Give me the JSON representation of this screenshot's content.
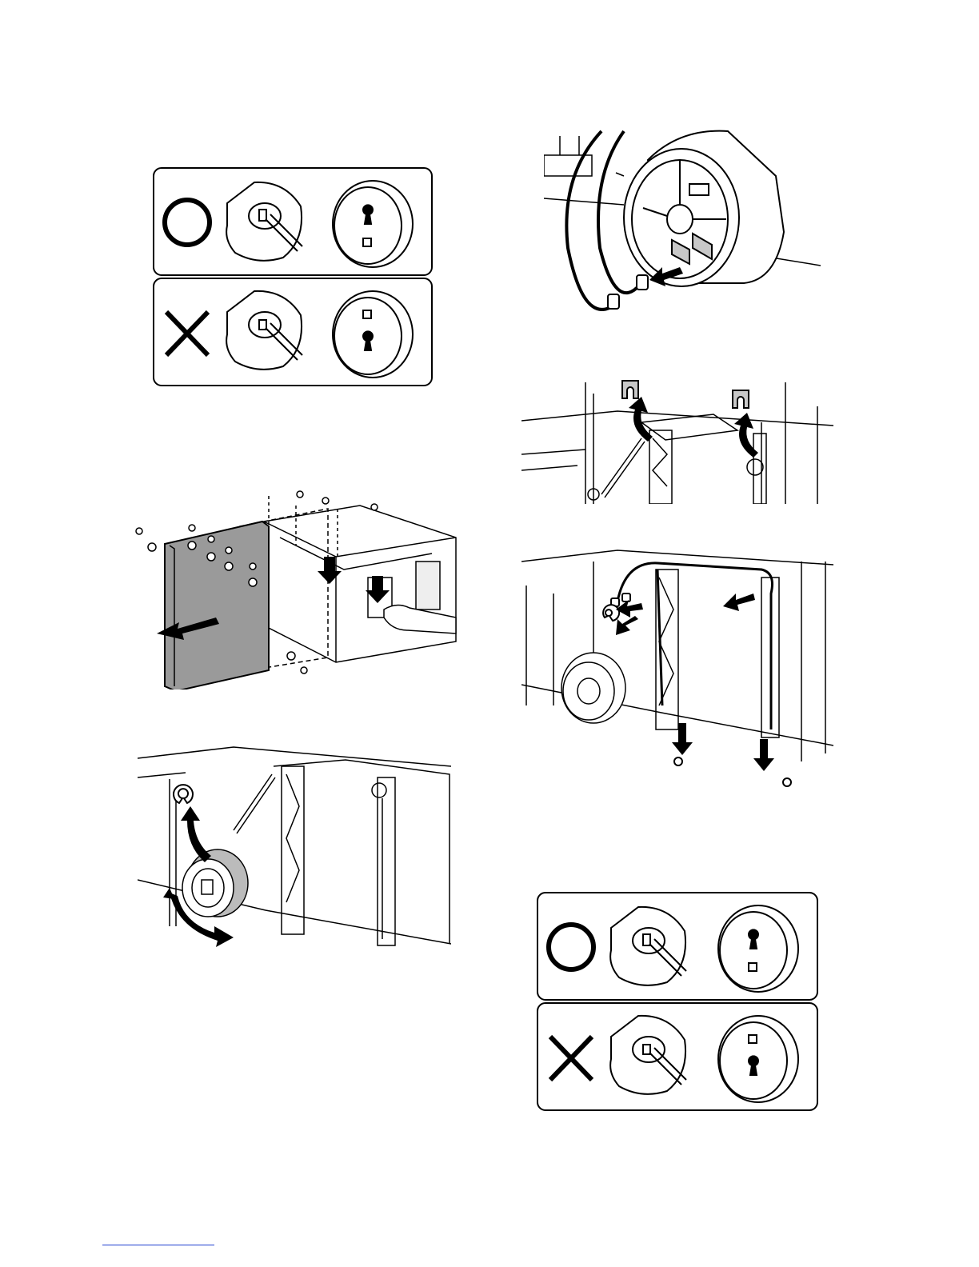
{
  "page": {
    "figures": [
      {
        "id": "orientation-check-top",
        "icons": [
          "correct-circle-icon",
          "wrong-cross-icon"
        ]
      },
      {
        "id": "cover-removal",
        "icons": [
          "screw-icon",
          "arrow-icon"
        ]
      },
      {
        "id": "pulley-removal",
        "icons": [
          "e-ring-icon",
          "rotate-arrow-icon"
        ]
      },
      {
        "id": "pulley-wire-closeup",
        "icons": [
          "arrow-icon"
        ]
      },
      {
        "id": "wire-clips",
        "icons": [
          "clip-icon",
          "arrow-icon"
        ]
      },
      {
        "id": "wire-routing",
        "icons": [
          "arrow-icon"
        ]
      },
      {
        "id": "orientation-check-bottom",
        "icons": [
          "correct-circle-icon",
          "wrong-cross-icon"
        ]
      }
    ],
    "colors": {
      "line": "#000000",
      "panel_fill": "#9a9a9a",
      "hilite": "#c8c8c8",
      "footer_rule": "#1f3fd0"
    }
  }
}
